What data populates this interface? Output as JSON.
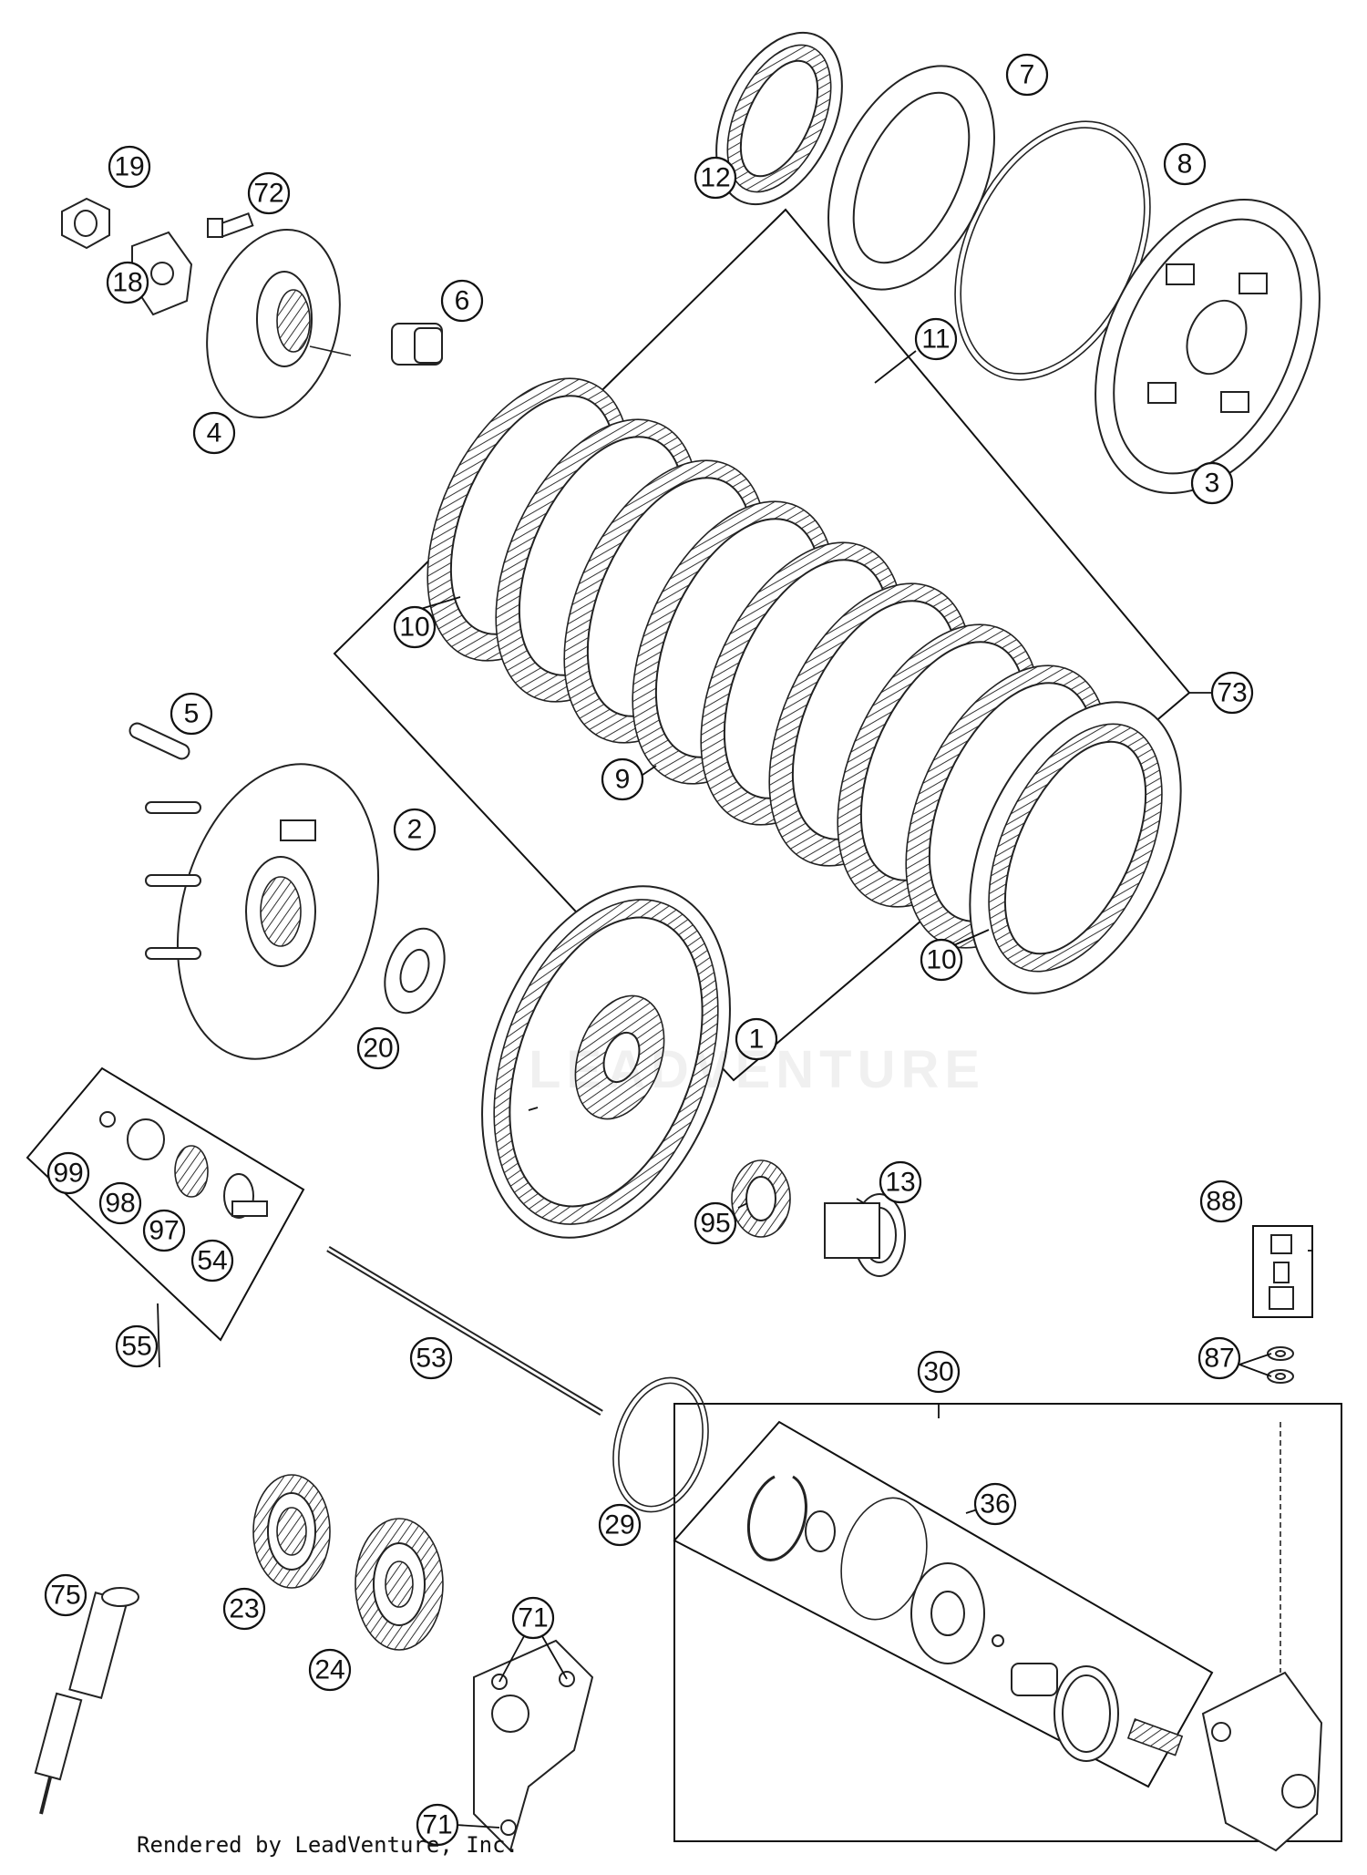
{
  "footer": "Rendered by LeadVenture, Inc.",
  "watermark": "LEADVENTURE",
  "callouts": [
    {
      "label": "1"
    },
    {
      "label": "2"
    },
    {
      "label": "3"
    },
    {
      "label": "4"
    },
    {
      "label": "5"
    },
    {
      "label": "6"
    },
    {
      "label": "7"
    },
    {
      "label": "8"
    },
    {
      "label": "9"
    },
    {
      "label": "10"
    },
    {
      "label": "10"
    },
    {
      "label": "11"
    },
    {
      "label": "12"
    },
    {
      "label": "13"
    },
    {
      "label": "18"
    },
    {
      "label": "19"
    },
    {
      "label": "20"
    },
    {
      "label": "23"
    },
    {
      "label": "24"
    },
    {
      "label": "29"
    },
    {
      "label": "30"
    },
    {
      "label": "36"
    },
    {
      "label": "53"
    },
    {
      "label": "54"
    },
    {
      "label": "55"
    },
    {
      "label": "71"
    },
    {
      "label": "71"
    },
    {
      "label": "72"
    },
    {
      "label": "73"
    },
    {
      "label": "75"
    },
    {
      "label": "87"
    },
    {
      "label": "88"
    },
    {
      "label": "95"
    },
    {
      "label": "97"
    },
    {
      "label": "98"
    },
    {
      "label": "99"
    }
  ]
}
